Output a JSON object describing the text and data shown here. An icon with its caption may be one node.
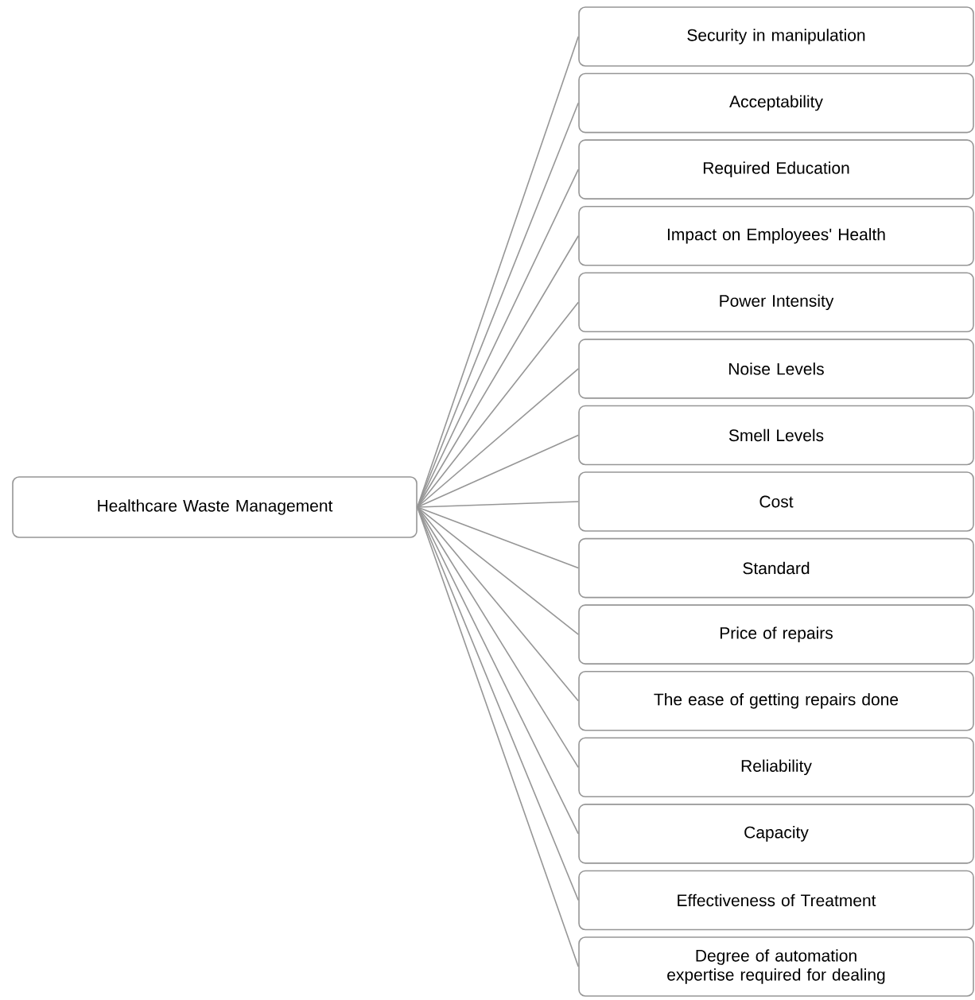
{
  "diagram": {
    "nodes": [
      {
        "text": [
          "Healthcare Waste Management"
        ]
      },
      {
        "text": [
          "Security in manipulation"
        ]
      },
      {
        "text": [
          "Acceptability"
        ]
      },
      {
        "text": [
          "Required Education"
        ]
      },
      {
        "text": [
          "Impact on Employees' Health"
        ]
      },
      {
        "text": [
          "Power Intensity"
        ]
      },
      {
        "text": [
          "Noise Levels"
        ]
      },
      {
        "text": [
          "Smell Levels"
        ]
      },
      {
        "text": [
          "Cost"
        ]
      },
      {
        "text": [
          "Standard"
        ]
      },
      {
        "text": [
          "Price of repairs"
        ]
      },
      {
        "text": [
          "The ease of getting repairs done"
        ]
      },
      {
        "text": [
          "Reliability"
        ]
      },
      {
        "text": [
          "Capacity"
        ]
      },
      {
        "text": [
          "Effectiveness of Treatment"
        ]
      },
      {
        "text": [
          "Degree of automation expertise required for dealing"
        ]
      }
    ],
    "edges": [
      {
        "from": 0,
        "to": 1,
        "arrow": "none"
      },
      {
        "from": 0,
        "to": 2,
        "arrow": "none"
      },
      {
        "from": 0,
        "to": 3,
        "arrow": "none"
      },
      {
        "from": 0,
        "to": 4,
        "arrow": "none"
      },
      {
        "from": 0,
        "to": 5,
        "arrow": "none"
      },
      {
        "from": 0,
        "to": 6,
        "arrow": "none"
      },
      {
        "from": 0,
        "to": 7,
        "arrow": "none"
      },
      {
        "from": 0,
        "to": 8,
        "arrow": "none"
      },
      {
        "from": 0,
        "to": 9,
        "arrow": "none"
      },
      {
        "from": 0,
        "to": 10,
        "arrow": "none"
      },
      {
        "from": 0,
        "to": 11,
        "arrow": "none"
      },
      {
        "from": 0,
        "to": 12,
        "arrow": "none"
      },
      {
        "from": 0,
        "to": 13,
        "arrow": "none"
      },
      {
        "from": 0,
        "to": 14,
        "arrow": "none"
      },
      {
        "from": 0,
        "to": 15,
        "arrow": "none"
      }
    ]
  }
}
